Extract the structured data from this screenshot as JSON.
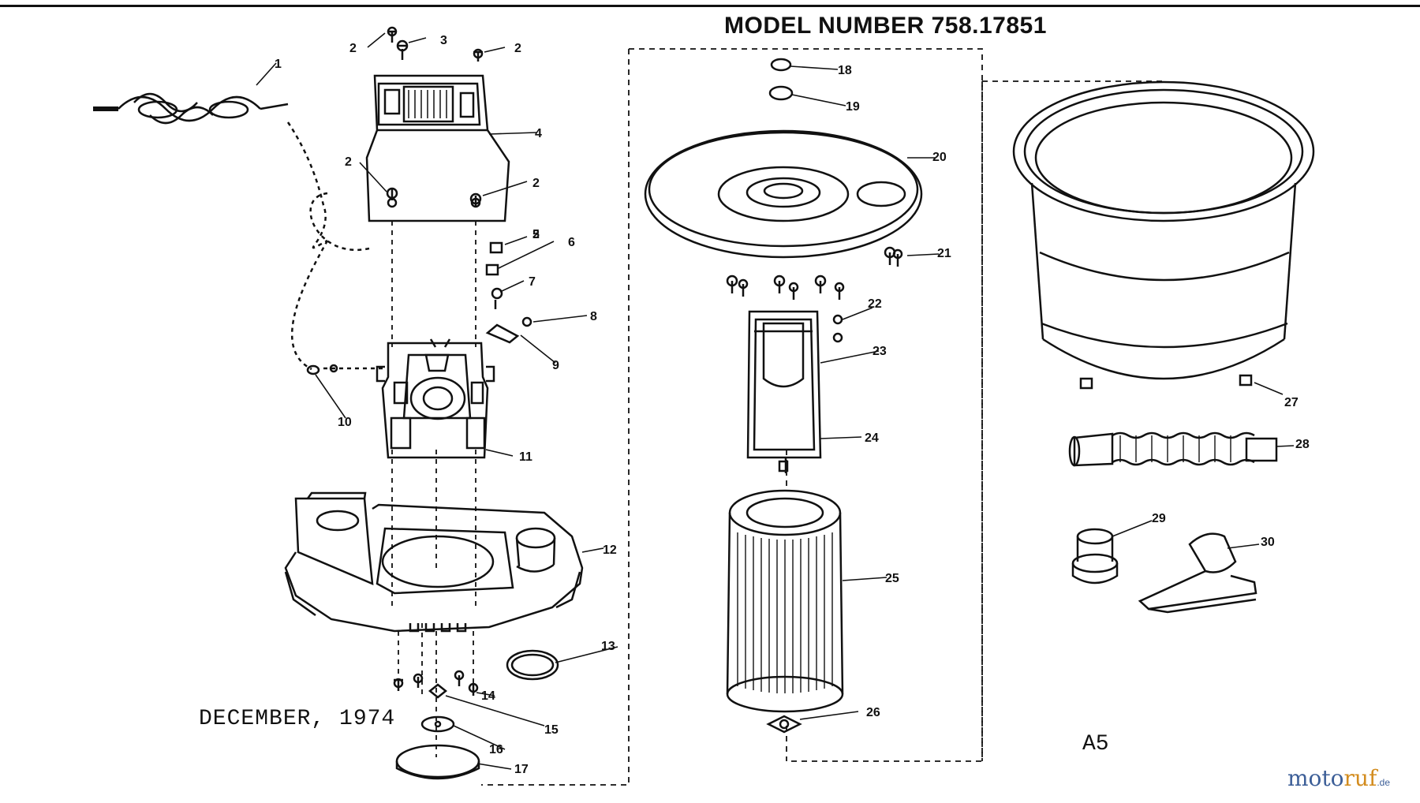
{
  "title": "MODEL NUMBER 758.17851",
  "date_stamp": "DECEMBER, 1974",
  "sheet_code": "A5",
  "brand": {
    "part1": "moto",
    "part2": "ruf",
    "suffix": ".de"
  },
  "callouts": [
    "1",
    "2",
    "3",
    "2",
    "2",
    "4",
    "2",
    "2",
    "5",
    "6",
    "7",
    "8",
    "9",
    "10",
    "11",
    "12",
    "13",
    "14",
    "15",
    "16",
    "17",
    "18",
    "19",
    "20",
    "21",
    "22",
    "23",
    "24",
    "25",
    "26",
    "27",
    "28",
    "29",
    "30"
  ]
}
